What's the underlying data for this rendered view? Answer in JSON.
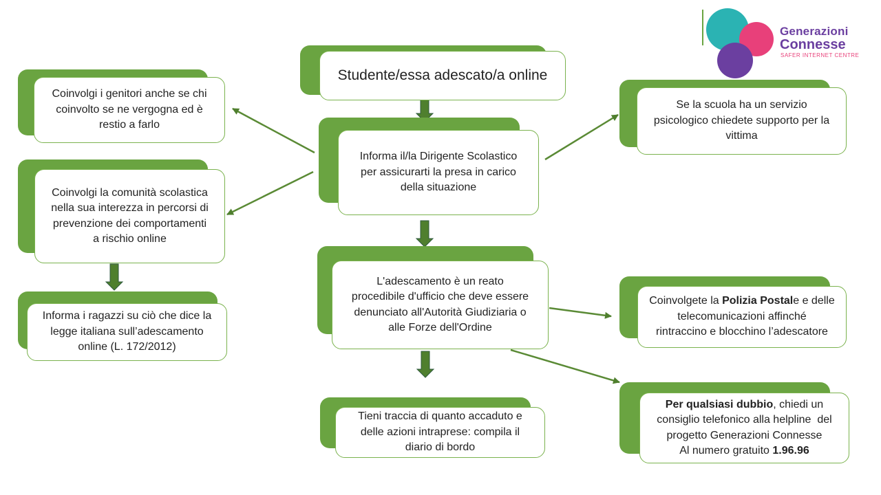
{
  "logo": {
    "line1": "Generazioni",
    "line2": "Connesse",
    "tagline": "SAFER INTERNET CENTRE"
  },
  "colors": {
    "green": "#6aa441",
    "arrow_green": "#4f7f2e",
    "teal": "#2bb3b3",
    "pink": "#e8407a",
    "purple": "#6b3fa0"
  },
  "nodes": {
    "start": {
      "text": "Studente/essa adescato/a online"
    },
    "inform_head": {
      "lines": [
        "Informa il/la Dirigente Scolastico",
        "per assicurarti la presa in carico",
        "della situazione"
      ]
    },
    "parents": {
      "lines": [
        "Coinvolgi i genitori anche se chi",
        "coinvolto se ne vergogna ed è",
        "restio a farlo"
      ]
    },
    "community": {
      "lines": [
        "Coinvolgi la comunità scolastica",
        "nella sua interezza in percorsi di",
        "prevenzione dei comportamenti",
        "a rischio online"
      ]
    },
    "kids": {
      "lines": [
        "Informa i ragazzi su ciò che dice la",
        "legge italiana sull’adescamento",
        "online (L. 172/2012)"
      ]
    },
    "psych": {
      "lines": [
        "Se la scuola ha un servizio",
        "psicologico chiedete supporto per la",
        "vittima"
      ]
    },
    "crime": {
      "lines": [
        "L'adescamento è un reato",
        "procedibile d'ufficio che deve essere",
        "denunciato all'Autorità Giudiziaria o",
        "alle Forze dell'Ordine"
      ]
    },
    "police": {
      "line1_pre": "Coinvolgete la ",
      "line1_bold": "Polizia Postal",
      "line1_post": "e e delle",
      "line2": "telecomunicazioni affinché",
      "line3": "rintraccino e blocchino l’adescatore"
    },
    "track": {
      "lines": [
        "Tieni traccia di quanto accaduto e",
        "delle azioni intraprese: compila il",
        "diario di bordo"
      ]
    },
    "helpline": {
      "line1_bold": "Per qualsiasi dubbio",
      "line1_post": ", chiedi un",
      "line2": "consiglio telefonico alla helpline  del",
      "line3": "progetto Generazioni Connesse",
      "line4_pre": "Al numero gratuito ",
      "line4_bold": "1.96.96"
    }
  }
}
